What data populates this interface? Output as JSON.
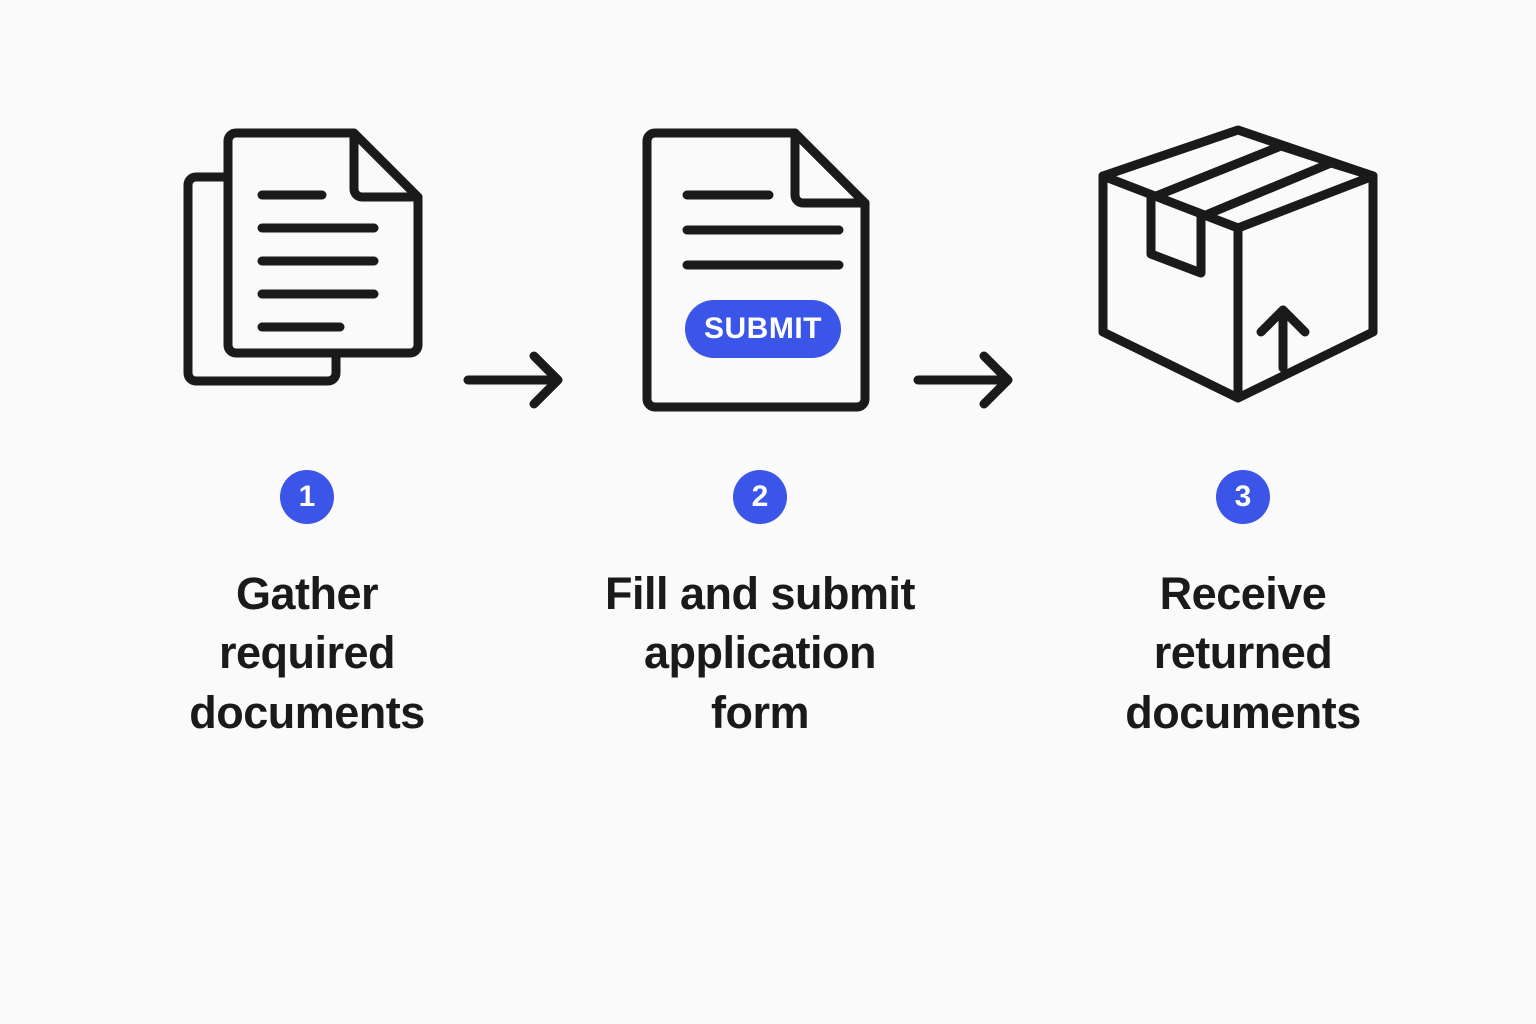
{
  "canvas": {
    "background_color": "#fafafa",
    "accent_color": "#3b55e8",
    "stroke_color": "#1a1a1a",
    "text_color": "#1a1a1a"
  },
  "steps": [
    {
      "number": "1",
      "caption": "Gather\nrequired\ndocuments",
      "icon": "stacked-documents-icon"
    },
    {
      "number": "2",
      "caption": "Fill and submit\napplication\nform",
      "icon": "application-form-document-icon",
      "button_label": "SUBMIT"
    },
    {
      "number": "3",
      "caption": "Receive\nreturned\ndocuments",
      "icon": "package-box-icon"
    }
  ],
  "connectors": [
    {
      "name": "arrow-step1-to-step2",
      "icon": "arrow-right-icon"
    },
    {
      "name": "arrow-step2-to-step3",
      "icon": "arrow-right-icon"
    }
  ]
}
